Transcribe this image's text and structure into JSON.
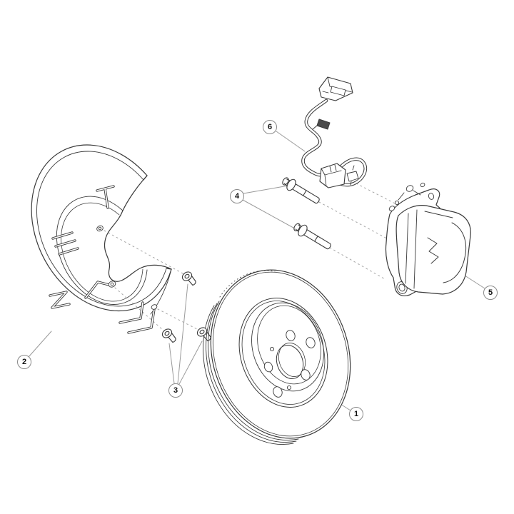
{
  "figure": {
    "colors": {
      "background": "#ffffff",
      "line": "#3a3a3a",
      "leader": "#9a9a9a",
      "dashed": "#a6a6a6",
      "callout_border": "#8a8a8a",
      "callout_text": "#111111"
    }
  },
  "callouts": [
    {
      "label": "1"
    },
    {
      "label": "2"
    },
    {
      "label": "3"
    },
    {
      "label": "4"
    },
    {
      "label": "5"
    },
    {
      "label": "6"
    }
  ]
}
